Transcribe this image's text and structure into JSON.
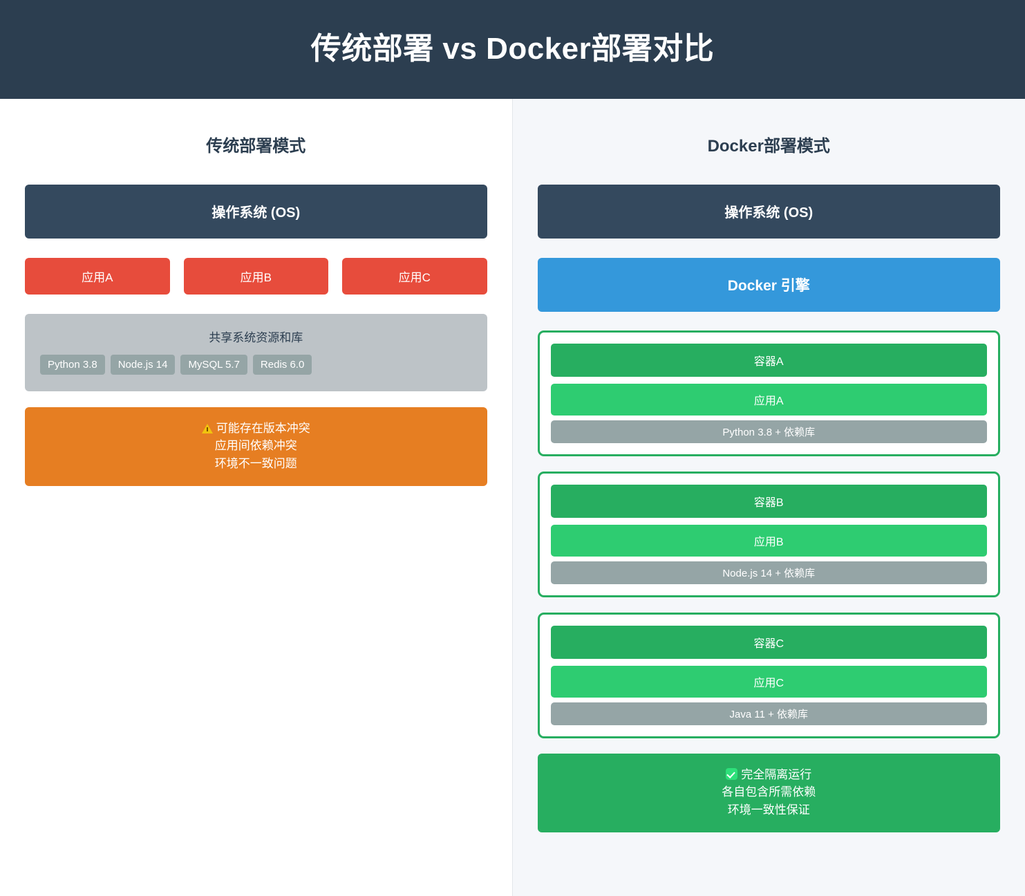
{
  "header": {
    "title": "传统部署 vs Docker部署对比"
  },
  "traditional": {
    "title": "传统部署模式",
    "os_label": "操作系统 (OS)",
    "apps": [
      "应用A",
      "应用B",
      "应用C"
    ],
    "shared": {
      "title": "共享系统资源和库",
      "tags": [
        "Python 3.8",
        "Node.js 14",
        "MySQL 5.7",
        "Redis 6.0"
      ]
    },
    "warning": {
      "icon": "warning-triangle-icon",
      "lines": [
        "可能存在版本冲突",
        "应用间依赖冲突",
        "环境不一致问题"
      ]
    }
  },
  "docker": {
    "title": "Docker部署模式",
    "os_label": "操作系统 (OS)",
    "engine_label": "Docker 引擎",
    "containers": [
      {
        "name": "容器A",
        "app": "应用A",
        "deps": "Python 3.8 + 依赖库"
      },
      {
        "name": "容器B",
        "app": "应用B",
        "deps": "Node.js 14 + 依赖库"
      },
      {
        "name": "容器C",
        "app": "应用C",
        "deps": "Java 11 + 依赖库"
      }
    ],
    "benefits": {
      "icon": "check-badge-icon",
      "lines": [
        "完全隔离运行",
        "各自包含所需依赖",
        "环境一致性保证"
      ]
    }
  },
  "colors": {
    "header_bg": "#2c3e50",
    "os_bg": "#34495e",
    "app_red": "#e74c3c",
    "shared_gray": "#bdc3c7",
    "tag_gray": "#95a5a6",
    "warning_orange": "#e67e22",
    "docker_blue": "#3498db",
    "container_green": "#27ae60",
    "app_green": "#2ecc71",
    "dep_gray": "#95a5a6",
    "right_panel_bg": "#f5f7fa"
  }
}
